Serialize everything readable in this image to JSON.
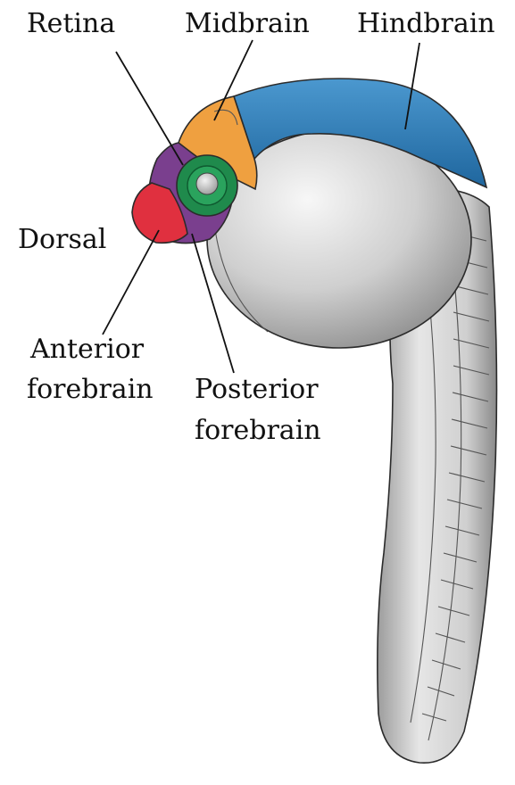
{
  "labels": {
    "retina": "Retina",
    "midbrain": "Midbrain",
    "hindbrain": "Hindbrain",
    "dorsal": "Dorsal",
    "anterior_forebrain": [
      "Anterior",
      "forebrain"
    ],
    "posterior_forebrain": [
      "Posterior",
      "forebrain"
    ]
  },
  "colors": {
    "anterior_forebrain": "#e0303f",
    "posterior_forebrain": "#7a3f8e",
    "retina": "#1f8a4c",
    "midbrain": "#efa040",
    "hindbrain": "#2f7fba",
    "body": "#c9c9c9"
  }
}
